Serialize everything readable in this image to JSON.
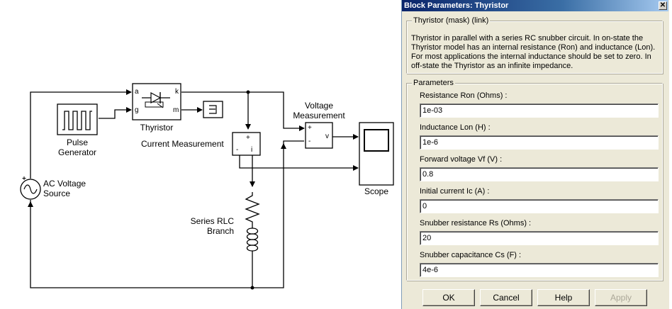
{
  "canvas": {
    "labels": {
      "pulse_generator": "Pulse\nGenerator",
      "thyristor": "Thyristor",
      "current_measurement": "Current Measurement",
      "voltage_measurement": "Voltage\nMeasurement",
      "ac_voltage_source": "AC Voltage\nSource",
      "series_rlc_branch": "Series RLC\nBranch",
      "scope": "Scope"
    },
    "ports": {
      "thy_a": "a",
      "thy_g": "g",
      "thy_k": "k",
      "thy_m": "m",
      "vm_plus": "+",
      "vm_minus": "-",
      "vm_v": "v",
      "cm_plus": "+",
      "cm_minus": "-",
      "cm_i": "i"
    }
  },
  "dialog": {
    "title": "Block Parameters: Thyristor",
    "close_glyph": "✕",
    "mask_group": {
      "legend": "Thyristor (mask) (link)",
      "description": "Thyristor in parallel with a series RC snubber circuit. In on-state the Thyristor model has an internal resistance (Ron) and inductance (Lon). For most applications the internal inductance should be set to zero. In off-state the Thyristor as an infinite impedance."
    },
    "params_group": {
      "legend": "Parameters",
      "fields": [
        {
          "label": "Resistance Ron (Ohms) :",
          "value": "1e-03"
        },
        {
          "label": "Inductance Lon (H) :",
          "value": "1e-6"
        },
        {
          "label": "Forward voltage Vf (V) :",
          "value": "0.8"
        },
        {
          "label": "Initial current Ic (A) :",
          "value": "0"
        },
        {
          "label": "Snubber resistance Rs (Ohms) :",
          "value": "20"
        },
        {
          "label": "Snubber capacitance Cs (F) :",
          "value": "4e-6"
        }
      ]
    },
    "buttons": {
      "ok": "OK",
      "cancel": "Cancel",
      "help": "Help",
      "apply": "Apply"
    }
  }
}
